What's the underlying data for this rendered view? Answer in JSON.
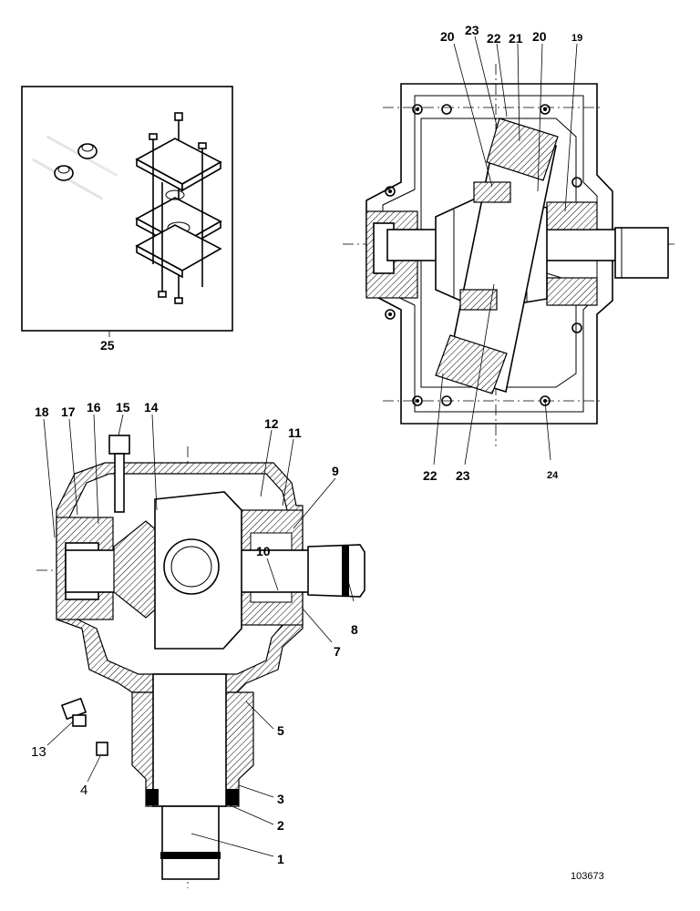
{
  "callouts": {
    "c1": "1",
    "c2": "2",
    "c3": "3",
    "c4": "4",
    "c5": "5",
    "c7": "7",
    "c8": "8",
    "c9": "9",
    "c10": "10",
    "c11": "11",
    "c12": "12",
    "c13": "13",
    "c14": "14",
    "c15": "15",
    "c16": "16",
    "c17": "17",
    "c18": "18",
    "c19": "19",
    "c20a": "20",
    "c20b": "20",
    "c21": "21",
    "c22a": "22",
    "c22b": "22",
    "c23a": "23",
    "c23b": "23",
    "c24": "24",
    "c25": "25"
  },
  "reference_number": "103673"
}
